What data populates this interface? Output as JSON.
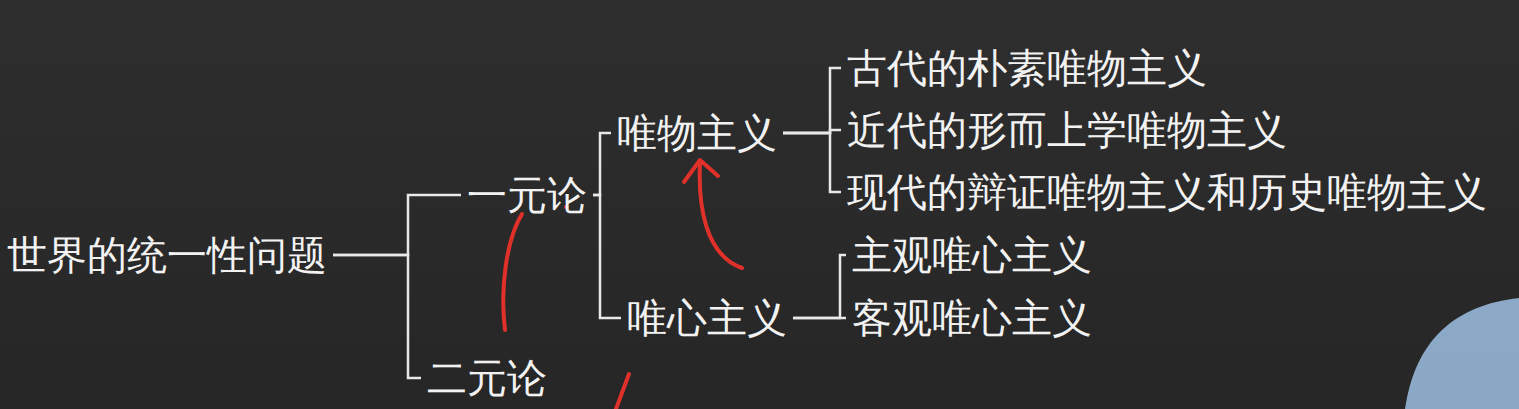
{
  "diagram": {
    "nodes": [
      {
        "text": [
          "世界的统一性问题"
        ]
      },
      {
        "text": [
          "一元论"
        ]
      },
      {
        "text": [
          "唯物主义"
        ]
      },
      {
        "text": [
          "古代的朴素唯物主义"
        ]
      },
      {
        "text": [
          "近代的形而上学唯物主义"
        ]
      },
      {
        "text": [
          "现代的辩证唯物主义和历史唯物主义"
        ]
      },
      {
        "text": [
          "唯心主义"
        ]
      },
      {
        "text": [
          "主观唯心主义"
        ]
      },
      {
        "text": [
          "客观唯心主义"
        ]
      },
      {
        "text": [
          "二元论"
        ]
      }
    ],
    "edges": [
      {
        "from": 0,
        "to": 1,
        "arrow": "none"
      },
      {
        "from": 0,
        "to": 9,
        "arrow": "none"
      },
      {
        "from": 1,
        "to": 2,
        "arrow": "none"
      },
      {
        "from": 1,
        "to": 6,
        "arrow": "none"
      },
      {
        "from": 2,
        "to": 3,
        "arrow": "none"
      },
      {
        "from": 2,
        "to": 4,
        "arrow": "none"
      },
      {
        "from": 2,
        "to": 5,
        "arrow": "none"
      },
      {
        "from": 6,
        "to": 7,
        "arrow": "none"
      },
      {
        "from": 6,
        "to": 8,
        "arrow": "none"
      }
    ]
  }
}
